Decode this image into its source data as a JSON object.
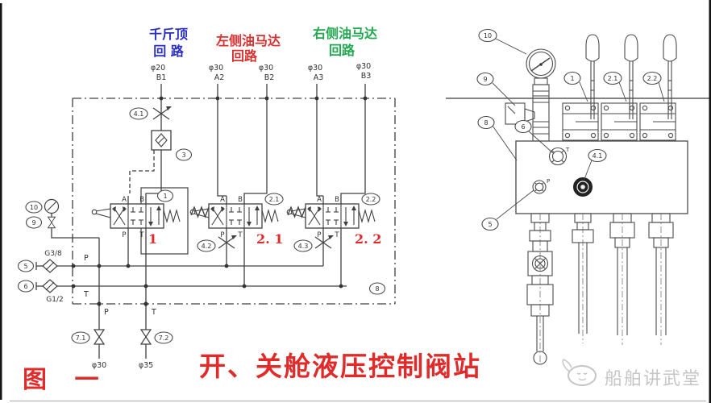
{
  "title": "开、关舱液压控制阀站",
  "figure_label": "图 一",
  "watermark_text": "船舶讲武堂",
  "colors": {
    "red": "#e02b2b",
    "blue": "#2a2ec4",
    "green": "#21a84f",
    "line": "#404040",
    "watermark": "#c6c6c6"
  },
  "left_schematic": {
    "circuit_labels": {
      "jack": {
        "line1": "千斤顶",
        "line2": "回 路"
      },
      "left_motor": {
        "line1": "左侧油马达",
        "line2": "回路"
      },
      "right_motor": {
        "line1": "右侧油马达",
        "line2": "回路"
      }
    },
    "top_ports": [
      {
        "dia": "φ20",
        "name": "B1"
      },
      {
        "dia": "φ30",
        "name": "A2"
      },
      {
        "dia": "φ30",
        "name": "B2"
      },
      {
        "dia": "φ30",
        "name": "A3"
      },
      {
        "dia": "φ30",
        "name": "B3"
      }
    ],
    "port_letters": {
      "A": "A",
      "B": "B",
      "P": "P",
      "T": "T"
    },
    "valve_tags": {
      "v1": "1",
      "v21": "2. 1",
      "v22": "2. 2"
    },
    "balloons": {
      "b41": "4.1",
      "b3": "3",
      "b1": "1",
      "b21": "2.1",
      "b22": "2.2",
      "b42": "4.2",
      "b43": "4.3",
      "b10": "10",
      "b9": "9",
      "b5": "5",
      "b6": "6",
      "b71": "7.1",
      "b72": "7.2",
      "b8": "8"
    },
    "thread_labels": {
      "p": "G3/8",
      "t": "G1/2"
    },
    "rail_labels": {
      "p": "P",
      "t": "T"
    },
    "outlet_labels": {
      "p": "P",
      "t": "T"
    },
    "outlet_dias": {
      "p": "φ30",
      "t": "φ35"
    }
  },
  "right_assembly": {
    "balloons": {
      "b10": "10",
      "b9": "9",
      "b1": "1",
      "b21": "2.1",
      "b22": "2.2",
      "b8": "8",
      "b6": "6",
      "b41": "4.1",
      "b5": "5"
    },
    "port_labels": {
      "t": "T",
      "p": "P"
    }
  }
}
